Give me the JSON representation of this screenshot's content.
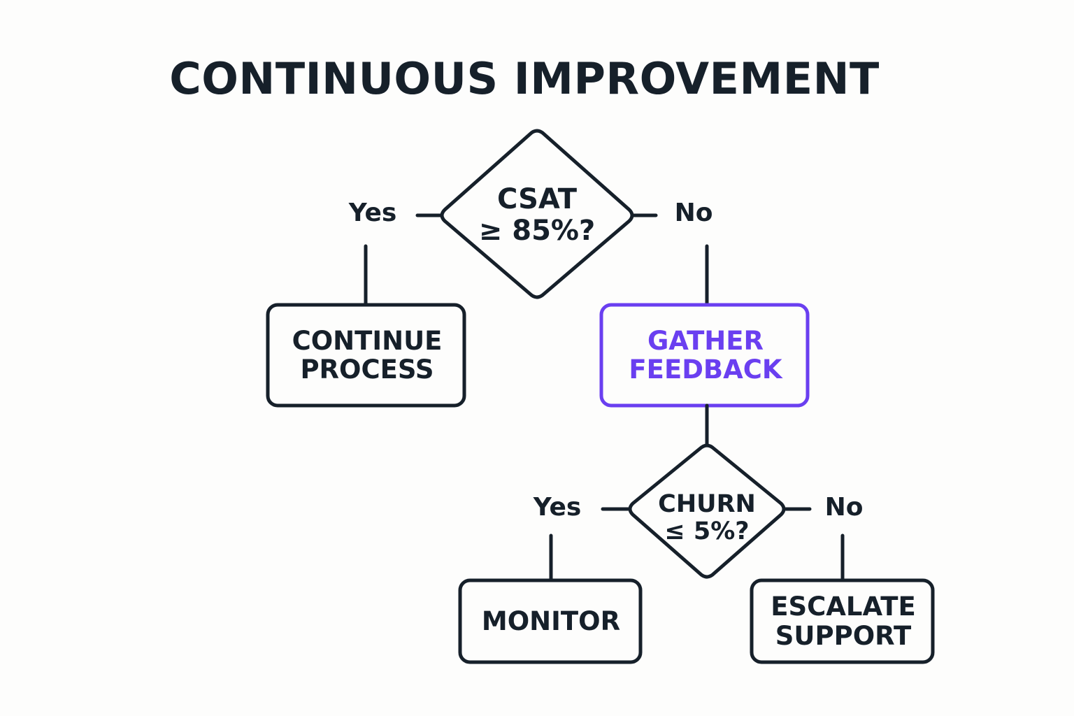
{
  "title": "CONTINUOUS IMPROVEMENT",
  "colors": {
    "stroke": "#16202a",
    "accent": "#6a3ff0",
    "background": "#fdfdfc"
  },
  "decisions": {
    "csat": {
      "line1": "CSAT",
      "line2": "≥ 85%?"
    },
    "churn": {
      "line1": "CHURN",
      "line2": "≤ 5%?"
    }
  },
  "branches": {
    "csat_yes": "Yes",
    "csat_no": "No",
    "churn_yes": "Yes",
    "churn_no": "No"
  },
  "boxes": {
    "continue_process": {
      "line1": "CONTINUE",
      "line2": "PROCESS"
    },
    "gather_feedback": {
      "line1": "GATHER",
      "line2": "FEEDBACK"
    },
    "monitor": {
      "line1": "MONITOR"
    },
    "escalate_support": {
      "line1": "ESCALATE",
      "line2": "SUPPORT"
    }
  }
}
